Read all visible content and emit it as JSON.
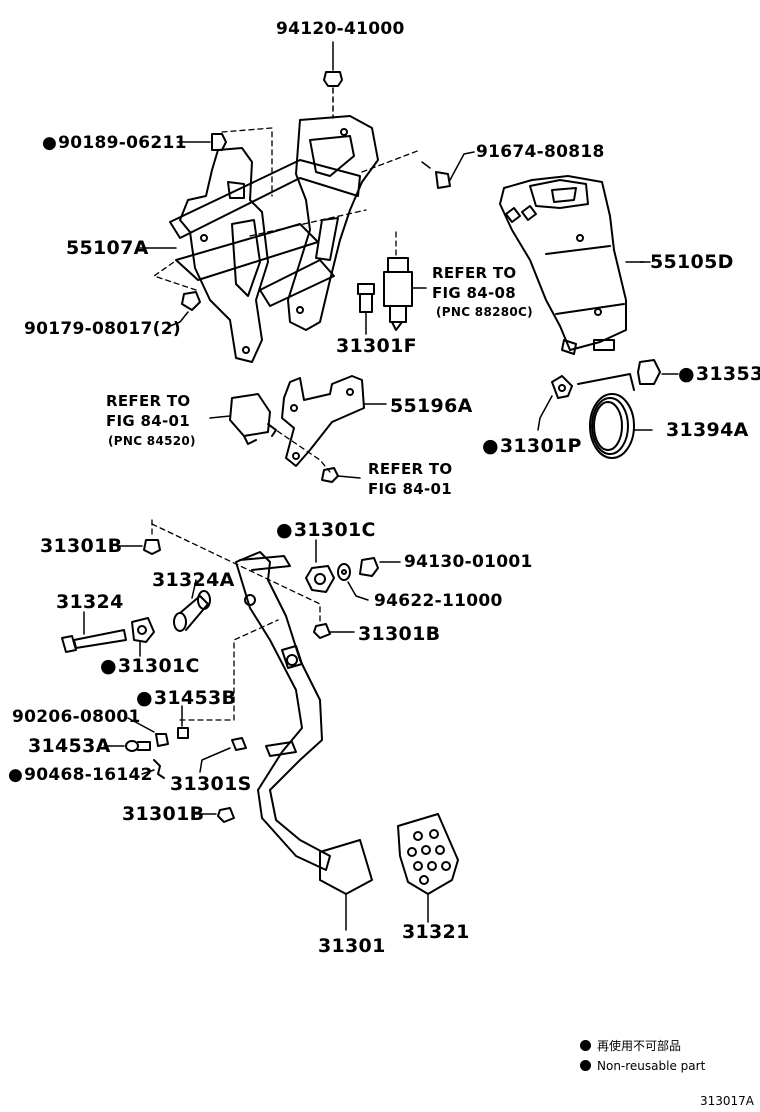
{
  "labels": {
    "p94120": "94120-41000",
    "p90189": "90189-06211",
    "p91674": "91674-80818",
    "p55107": "55107A",
    "p55105": "55105D",
    "p90179": "90179-08017(2)",
    "p31301F": "31301F",
    "ref1_line1": "REFER TO",
    "ref1_line2": "FIG 84-08",
    "ref1_pnc": "(PNC 88280C)",
    "ref2_line1": "REFER TO",
    "ref2_line2": "FIG 84-01",
    "ref2_pnc": "(PNC 84520)",
    "p55196": "55196A",
    "ref3_line1": "REFER TO",
    "ref3_line2": "FIG 84-01",
    "p31353": "31353",
    "p31394": "31394A",
    "p31301P": "31301P",
    "p31301B_top": "31301B",
    "p31301C_top": "31301C",
    "p94130": "94130-01001",
    "p94622": "94622-11000",
    "p31324A": "31324A",
    "p31324": "31324",
    "p31301B_mid": "31301B",
    "p31301C_left": "31301C",
    "p31453B": "31453B",
    "p90206": "90206-08001",
    "p31453A": "31453A",
    "p90468": "90468-16142",
    "p31301S": "31301S",
    "p31301B_bot": "31301B",
    "p31301": "31301",
    "p31321": "31321"
  },
  "legend": {
    "jp": "再使用不可部品",
    "en": "Non-reusable part"
  },
  "figure_code": "313017A"
}
